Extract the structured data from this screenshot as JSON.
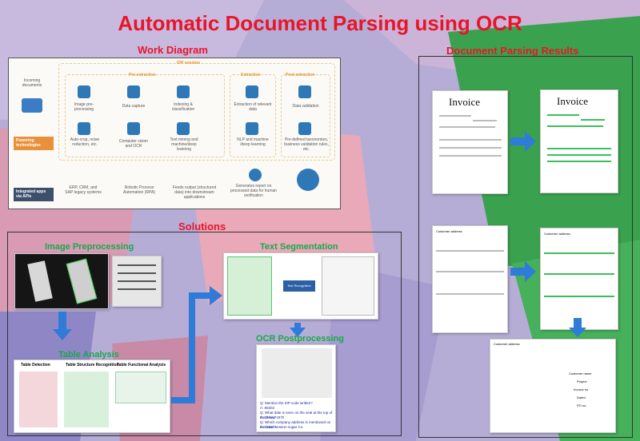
{
  "title": "Automatic Document Parsing using OCR",
  "sections": {
    "work_diagram": "Work Diagram",
    "results": "Document Parsing Results",
    "solutions": "Solutions"
  },
  "diagram": {
    "idp": "IDP solution",
    "pre": "Pre-extraction",
    "extraction": "Extraction",
    "post": "Post-extraction",
    "incoming": "Incoming documents",
    "powering": "Powering technologies",
    "integrated": "Integrated apps via APIs",
    "steps": {
      "image_pre": "Image pre-processing",
      "capture": "Data capture",
      "indexing": "Indexing & classification",
      "extraction_rel": "Extraction of relevant data",
      "validation": "Data validation",
      "autocrop": "Auto-crop, noise reduction, etc.",
      "cv_ocr": "Computer vision and OCR",
      "textmining": "Text mining and machine/deep learning",
      "nlp": "NLP and machine /deep learning",
      "taxonomies": "Pre-defined taxonomies, business validation rules, etc.",
      "erp": "ERP, CRM, and SAP legacy systems",
      "rpa": "Robotic Process Automation (RPA)",
      "feeds": "Feeds output (structured data) into downstream applications",
      "report": "Generates report on processed data for human verification"
    }
  },
  "solutions": {
    "image_pre": "Image Preprocessing",
    "text_seg": "Text Segmentation",
    "table": "Table Analysis",
    "ocr_post": "OCR Postprocessing",
    "text_recognition": "Text Recognition",
    "table_detection": "Table Detection",
    "table_structure": "Table Structure Recognition",
    "table_functional": "Table Functional Analysis",
    "qa": [
      {
        "q": "Q: Mention the ZIP code written?",
        "a": "A: 80202"
      },
      {
        "q": "Q: What date is seen on the seal at the top of the letter?",
        "a": "A: 23 sep 1970"
      },
      {
        "q": "Q: Which company address is mentioned on the letter?",
        "a": "A: Great western sugar Co."
      }
    ]
  },
  "results": {
    "invoice": "Invoice",
    "customer_address": "Customer address",
    "customer_name": "Customer name",
    "project": "Project",
    "invoice_no": "Invoice no.",
    "date": "Dated",
    "po": "PO no."
  },
  "colors": {
    "title_red": "#e8152a",
    "green": "#18a84a",
    "arrow_blue": "#2f7bd8"
  }
}
